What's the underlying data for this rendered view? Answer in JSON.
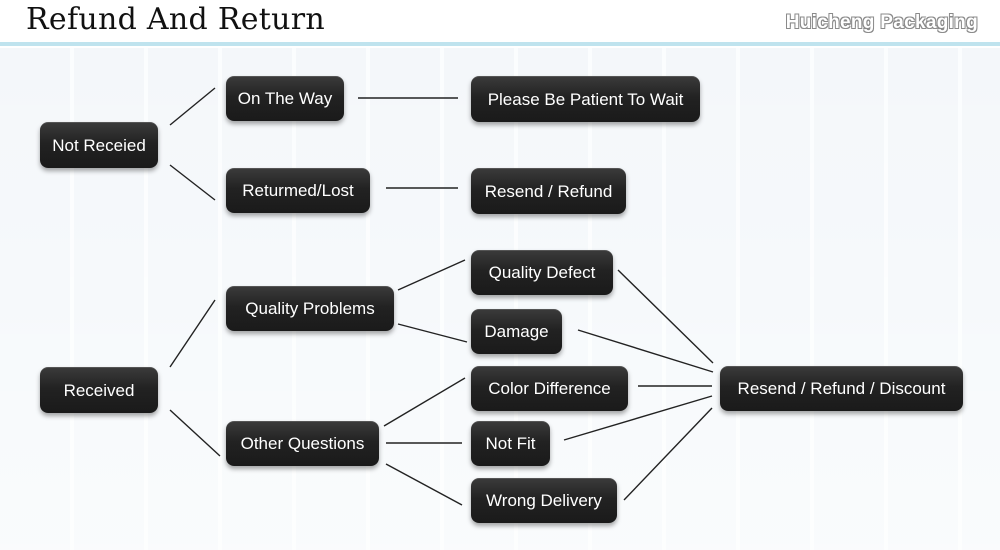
{
  "header": {
    "title": "Refund And Return",
    "brand": "Huicheng Packaging"
  },
  "nodes": {
    "not_received": "Not Receied",
    "on_the_way": "On The Way",
    "please_wait": "Please Be Patient To Wait",
    "returned_lost": "Returmed/Lost",
    "resend_refund": "Resend / Refund",
    "received": "Received",
    "quality_problems": "Quality Problems",
    "other_questions": "Other Questions",
    "quality_defect": "Quality Defect",
    "damage": "Damage",
    "color_difference": "Color Difference",
    "not_fit": "Not Fit",
    "wrong_delivery": "Wrong Delivery",
    "resend_refund_discount": "Resend / Refund / Discount"
  },
  "colors": {
    "node_fill": "#1f1f1f",
    "node_text": "#ffffff",
    "connector": "#222222",
    "header_rule": "#bfe3ee"
  }
}
